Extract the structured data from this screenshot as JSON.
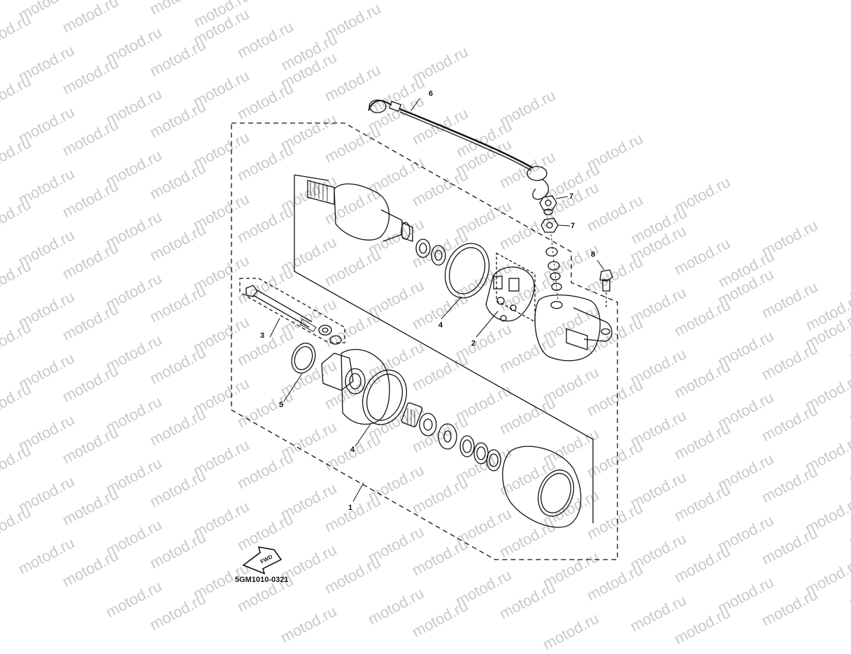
{
  "watermark": {
    "text": "motod.ru"
  },
  "callouts": [
    {
      "id": "callout-1",
      "label": "1"
    },
    {
      "id": "callout-2",
      "label": "2"
    },
    {
      "id": "callout-3",
      "label": "3"
    },
    {
      "id": "callout-4a",
      "label": "4"
    },
    {
      "id": "callout-4b",
      "label": "4"
    },
    {
      "id": "callout-5",
      "label": "5"
    },
    {
      "id": "callout-6",
      "label": "6"
    },
    {
      "id": "callout-7a",
      "label": "7"
    },
    {
      "id": "callout-7b",
      "label": "7"
    },
    {
      "id": "callout-8",
      "label": "8"
    }
  ],
  "fwd_arrow": {
    "label": "FWD"
  },
  "diagram_code": "5GM1010-0321"
}
